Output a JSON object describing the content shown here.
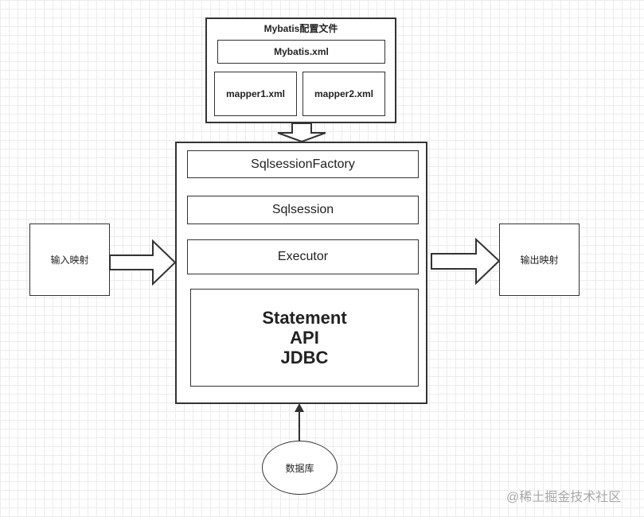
{
  "config": {
    "title": "Mybatis配置文件",
    "mybatis_xml": "Mybatis.xml",
    "mapper1": "mapper1.xml",
    "mapper2": "mapper2.xml"
  },
  "core": {
    "factory": "SqlsessionFactory",
    "session": "Sqlsession",
    "executor": "Executor",
    "statement": "Statement",
    "api": "API",
    "jdbc": "JDBC"
  },
  "input_mapping": "输入映射",
  "output_mapping": "输出映射",
  "database": "数据库",
  "watermark": "@稀土掘金技术社区",
  "colors": {
    "stroke": "#333333",
    "grid": "#ececec",
    "watermark": "#a8a8a8"
  }
}
